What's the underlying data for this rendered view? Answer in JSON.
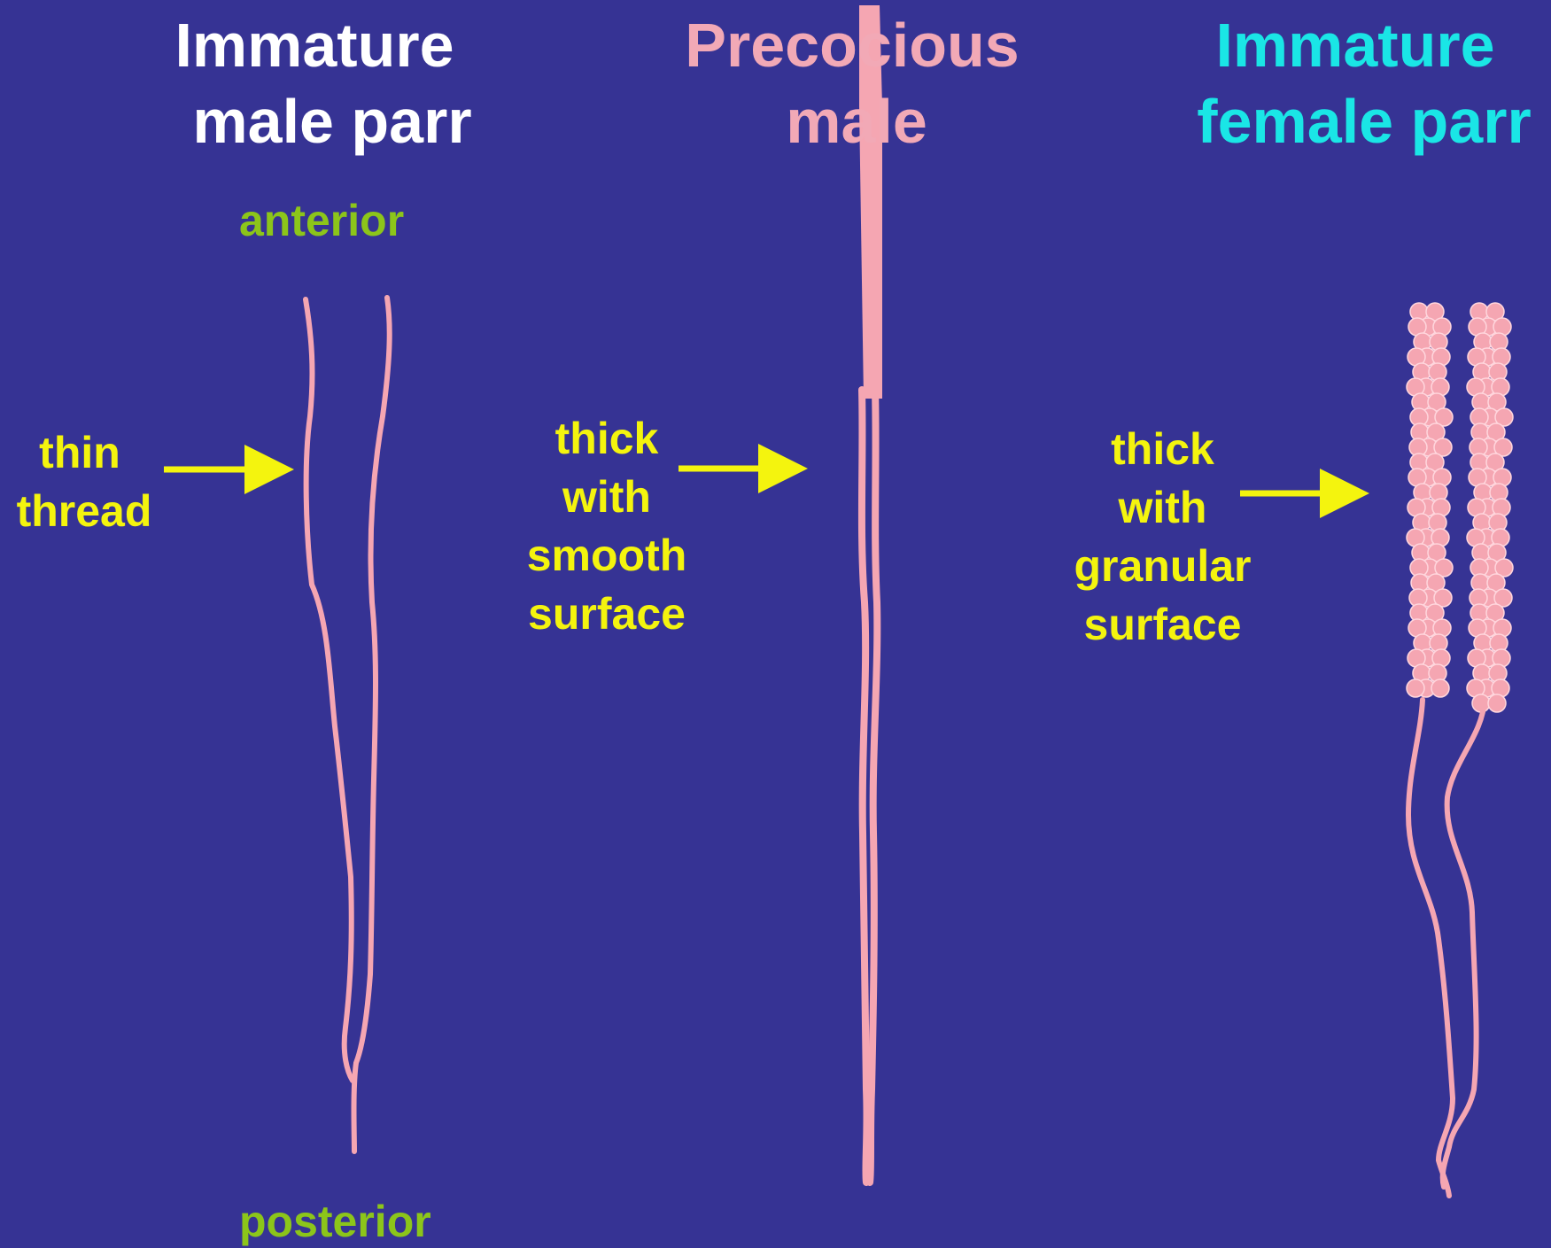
{
  "colors": {
    "background": "#363394",
    "organ": "#f5a6b2",
    "arrow": "#f4f40e",
    "label": "#f4f40e",
    "orientation": "#8cc51a",
    "title_male": "#ffffff",
    "title_precocious": "#f2a9b6",
    "title_female": "#1ae6e6"
  },
  "columns": [
    {
      "title_lines": [
        "Immature",
        "male parr"
      ],
      "label_lines": [
        "thin",
        "thread"
      ]
    },
    {
      "title_lines": [
        "Precocious",
        "male"
      ],
      "label_lines": [
        "thick",
        "with",
        "smooth",
        "surface"
      ]
    },
    {
      "title_lines": [
        "Immature",
        "female parr"
      ],
      "label_lines": [
        "thick",
        "with",
        "granular",
        "surface"
      ]
    }
  ],
  "orientation": {
    "top": "anterior",
    "bottom": "posterior"
  }
}
